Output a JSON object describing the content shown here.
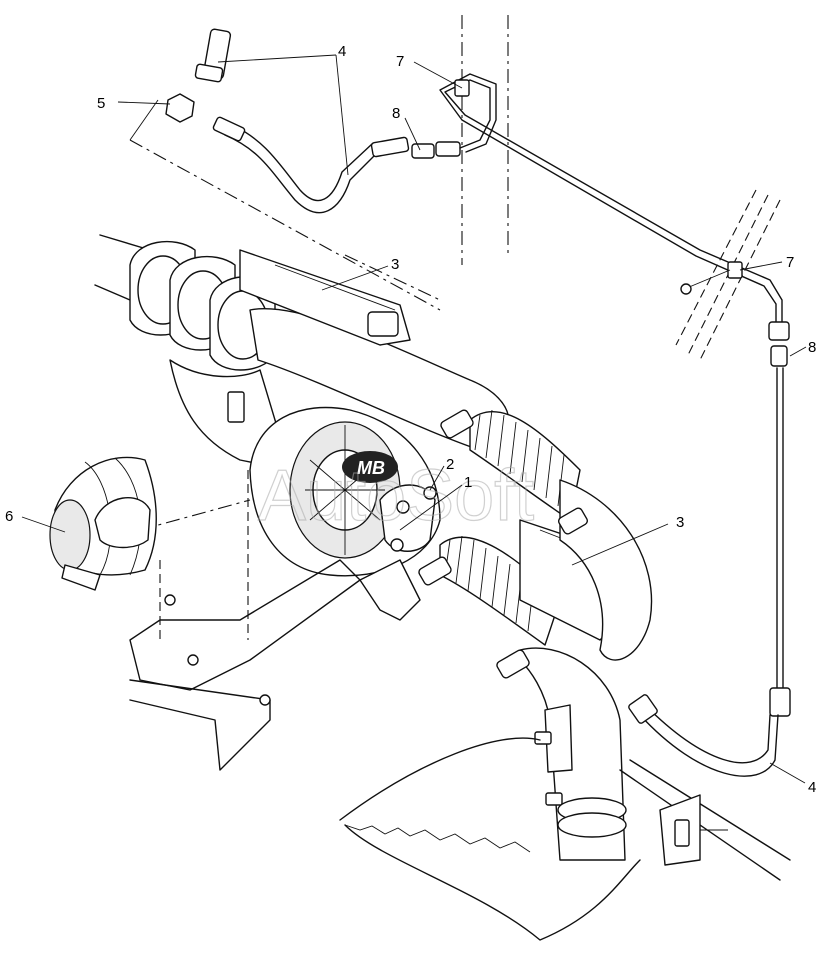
{
  "watermark": "AutoSoft",
  "engine_badge": "MB",
  "callouts": [
    {
      "id": "c1",
      "label": "1"
    },
    {
      "id": "c2",
      "label": "2"
    },
    {
      "id": "c3a",
      "label": "3"
    },
    {
      "id": "c3b",
      "label": "3"
    },
    {
      "id": "c4a",
      "label": "4"
    },
    {
      "id": "c4b",
      "label": "4"
    },
    {
      "id": "c5",
      "label": "5"
    },
    {
      "id": "c6",
      "label": "6"
    },
    {
      "id": "c7a",
      "label": "7"
    },
    {
      "id": "c7b",
      "label": "7"
    },
    {
      "id": "c8a",
      "label": "8"
    },
    {
      "id": "c8b",
      "label": "8"
    }
  ]
}
